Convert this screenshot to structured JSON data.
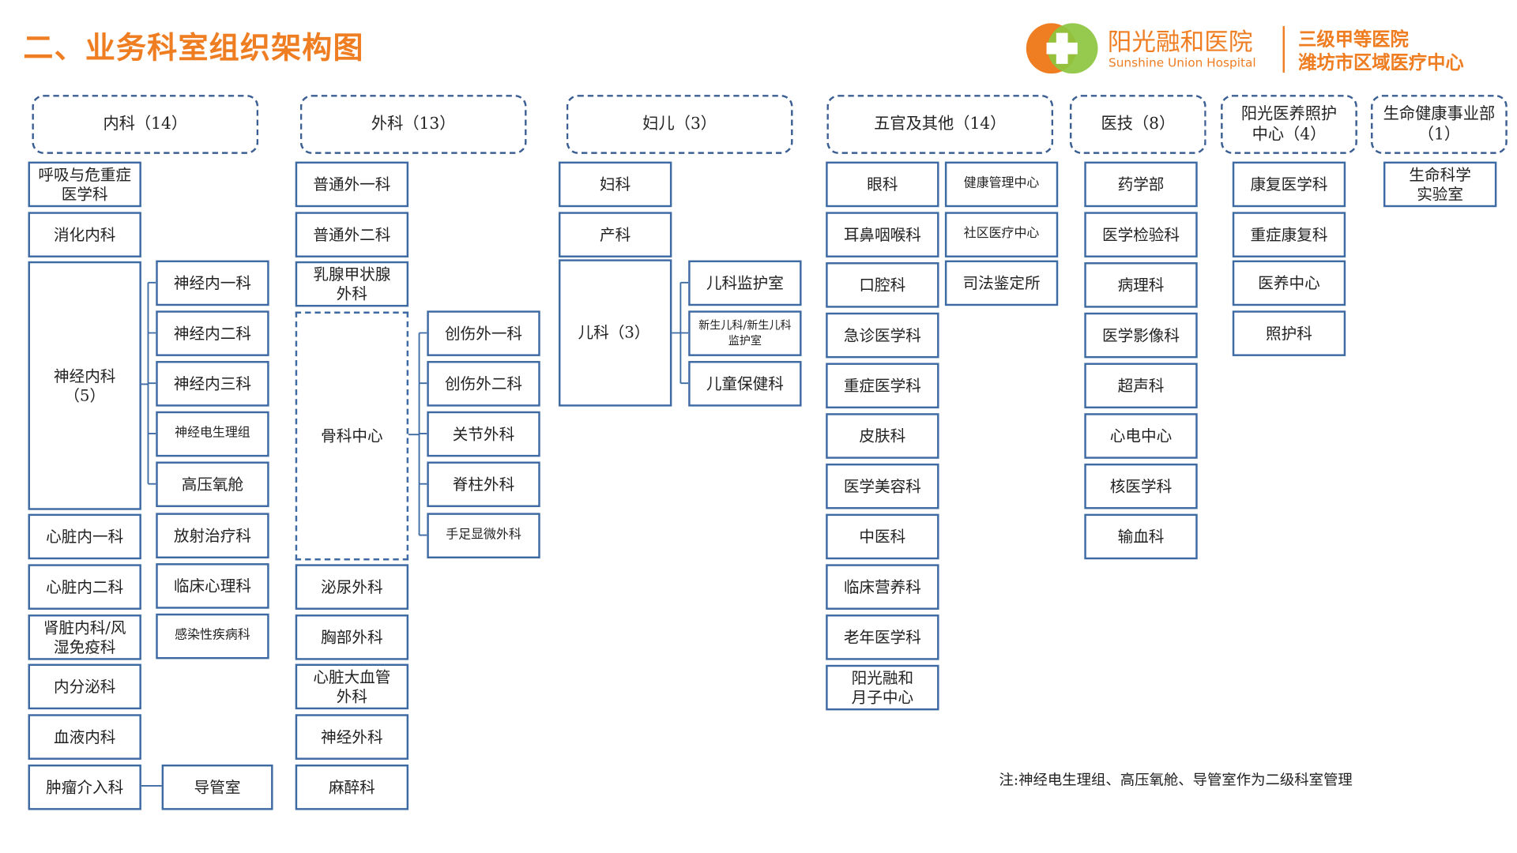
{
  "title": "二、业务科室组织架构图",
  "logo": {
    "name": "阳光融和医院",
    "name_en": "Sunshine Union Hospital",
    "grade": "三级甲等医院",
    "region": "潍坊市区域医疗中心"
  },
  "categories": [
    "内科（14）",
    "外科（13）",
    "妇儿（3）",
    "五官及其他（14）",
    "医技（8）",
    "阳光医养照护中心（4）",
    "生命健康事业部（1）"
  ],
  "neike": {
    "col1": [
      "呼吸与危重症医学科",
      "消化内科",
      "神经内科（5）",
      "心脏内一科",
      "心脏内二科",
      "肾脏内科/风湿免疫科",
      "内分泌科",
      "血液内科",
      "肿瘤介入科"
    ],
    "neuro_subs": [
      "神经内一科",
      "神经内二科",
      "神经内三科",
      "神经电生理组",
      "高压氧舱"
    ],
    "col2_extra": [
      "放射治疗科",
      "临床心理科",
      "感染性疾病科"
    ],
    "cath_lab": "导管室"
  },
  "waike": {
    "col1": [
      "普通外一科",
      "普通外二科",
      "乳腺甲状腺外科",
      "骨科中心",
      "泌尿外科",
      "胸部外科",
      "心脏大血管外科",
      "神经外科",
      "麻醉科"
    ],
    "ortho_subs": [
      "创伤外一科",
      "创伤外二科",
      "关节外科",
      "脊柱外科",
      "手足显微外科"
    ]
  },
  "fuer": {
    "col1": [
      "妇科",
      "产科",
      "儿科（3）"
    ],
    "peds_subs": [
      "儿科监护室",
      "新生儿科/新生儿科监护室",
      "儿童保健科"
    ]
  },
  "wuguan": {
    "col1": [
      "眼科",
      "耳鼻咽喉科",
      "口腔科",
      "急诊医学科",
      "重症医学科",
      "皮肤科",
      "医学美容科",
      "中医科",
      "临床营养科",
      "老年医学科",
      "阳光融和月子中心"
    ],
    "col2": [
      "健康管理中心",
      "社区医疗中心",
      "司法鉴定所"
    ]
  },
  "yiji": [
    "药学部",
    "医学检验科",
    "病理科",
    "医学影像科",
    "超声科",
    "心电中心",
    "核医学科",
    "输血科"
  ],
  "yiyang": [
    "康复医学科",
    "重症康复科",
    "医养中心",
    "照护科"
  ],
  "shengming": [
    "生命科学实验室"
  ],
  "note": "注:神经电生理组、高压氧舱、导管室作为二级科室管理",
  "colors": {
    "accent": "#ef7d22",
    "line": "#3e6aa3"
  }
}
